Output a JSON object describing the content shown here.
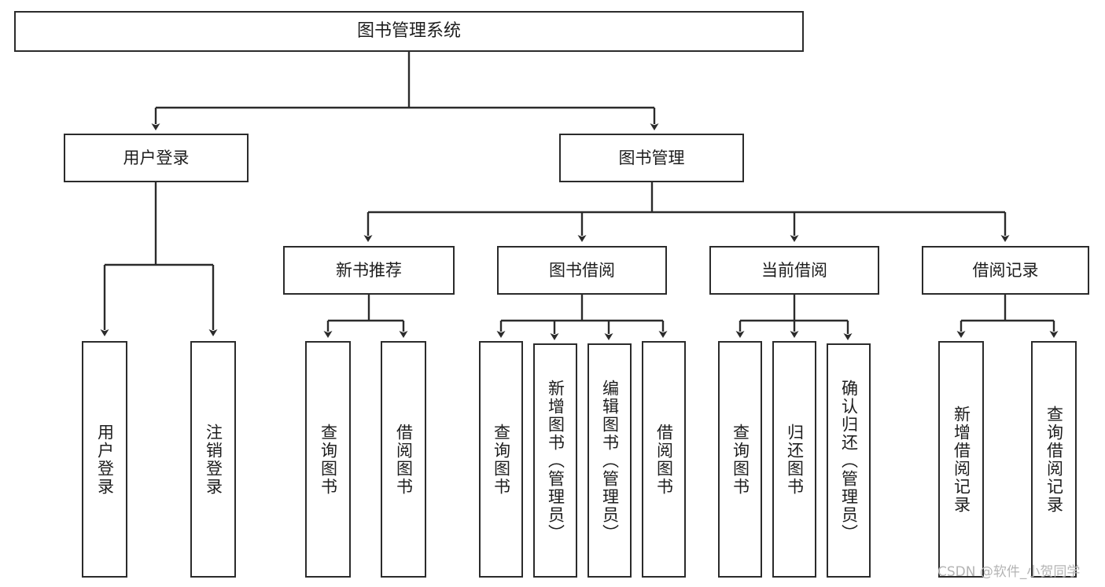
{
  "diagram": {
    "title": "图书管理系统",
    "type": "tree-hierarchy-chart",
    "root": {
      "label": "图书管理系统"
    },
    "level2": [
      {
        "label": "用户登录"
      },
      {
        "label": "图书管理"
      }
    ],
    "level3": [
      {
        "label": "新书推荐"
      },
      {
        "label": "图书借阅"
      },
      {
        "label": "当前借阅"
      },
      {
        "label": "借阅记录"
      }
    ],
    "leaves": {
      "user_login": [
        {
          "label": "用户登录"
        },
        {
          "label": "注销登录"
        }
      ],
      "new_book_recommend": [
        {
          "label": "查询图书"
        },
        {
          "label": "借阅图书"
        }
      ],
      "book_borrow": [
        {
          "label": "查询图书"
        },
        {
          "label": "新增图书（管理员）"
        },
        {
          "label": "编辑图书（管理员）"
        },
        {
          "label": "借阅图书"
        }
      ],
      "current_borrow": [
        {
          "label": "查询图书"
        },
        {
          "label": "归还图书"
        },
        {
          "label": "确认归还（管理员）"
        }
      ],
      "borrow_record": [
        {
          "label": "新增借阅记录"
        },
        {
          "label": "查询借阅记录"
        }
      ]
    }
  },
  "watermark": {
    "text": "CSDN @软件_小贺同学"
  },
  "colors": {
    "stroke": "#2b2b2b",
    "box_fill": "#ffffff",
    "text": "#1d1d1d",
    "watermark": "#b4b4b4",
    "background": "#ffffff"
  }
}
